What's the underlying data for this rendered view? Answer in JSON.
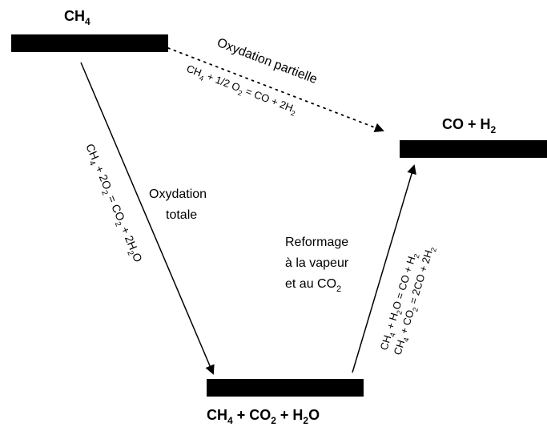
{
  "colors": {
    "bars": "#000000",
    "background": "#ffffff"
  },
  "nodes": {
    "ch4": {
      "label": "CH",
      "sub": "4"
    },
    "co_h2": {
      "part1": "CO + H",
      "sub": "2"
    },
    "products": {
      "p1": "CH",
      "s1": "4",
      "p2": " + CO",
      "s2": "2",
      "p3": " + H",
      "s3": "2",
      "p4": "O"
    }
  },
  "paths": {
    "partial": {
      "title": "Oxydation partielle",
      "eq": {
        "a": "CH",
        "a_sub": "4",
        "b": "  + 1/2 O",
        "b_sub": "2",
        "c": " = CO + 2H",
        "c_sub": "2"
      }
    },
    "total": {
      "title_line1": "Oxydation",
      "title_line2": "totale",
      "eq": {
        "a": "CH",
        "a_sub": "4",
        "b": " + 2O",
        "b_sub": "2",
        "c": " = CO",
        "c_sub": "2",
        "d": " + 2H",
        "d_sub": "2",
        "e": "O"
      }
    },
    "reforming": {
      "title_line1": "Reformage",
      "title_line2": "à la vapeur",
      "title_line3_a": "et au CO",
      "title_line3_sub": "2",
      "eq1": {
        "a": "CH",
        "a_sub": "4",
        "b": " + H",
        "b_sub": "2",
        "c": "O = CO + H",
        "c_sub": "2"
      },
      "eq2": {
        "a": "CH",
        "a_sub": "4",
        "b": " + CO",
        "b_sub": "2",
        "c": " = 2CO + 2H",
        "c_sub": "2"
      }
    }
  }
}
